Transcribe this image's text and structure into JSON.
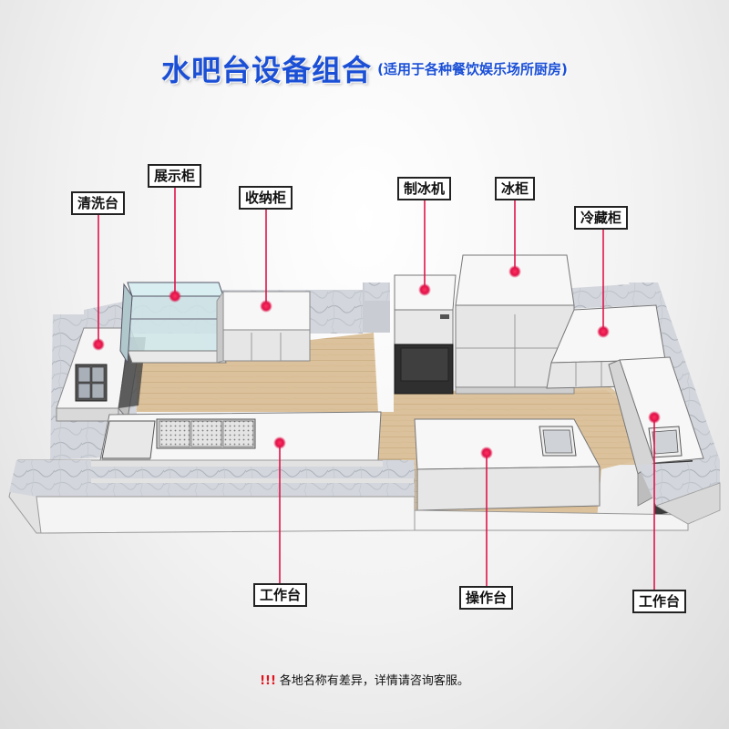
{
  "title": "水吧台设备组合",
  "subtitle": "(适用于各种餐饮娱乐场所厨房)",
  "labels": {
    "sink": "清洗台",
    "display_cabinet": "展示柜",
    "storage_cabinet": "收纳柜",
    "ice_maker": "制冰机",
    "freezer": "冰柜",
    "refrigerated_cabinet": "冷藏柜",
    "workbench_left": "工作台",
    "operating_table": "操作台",
    "workbench_right": "工作台"
  },
  "note": {
    "warn_mark": "!!!",
    "text": "各地名称有差异，详情请咨询客服。"
  },
  "colors": {
    "title": "#1a4fd6",
    "marker": "#e0144a",
    "leader": "#e0144a",
    "warn": "#e0141e"
  }
}
